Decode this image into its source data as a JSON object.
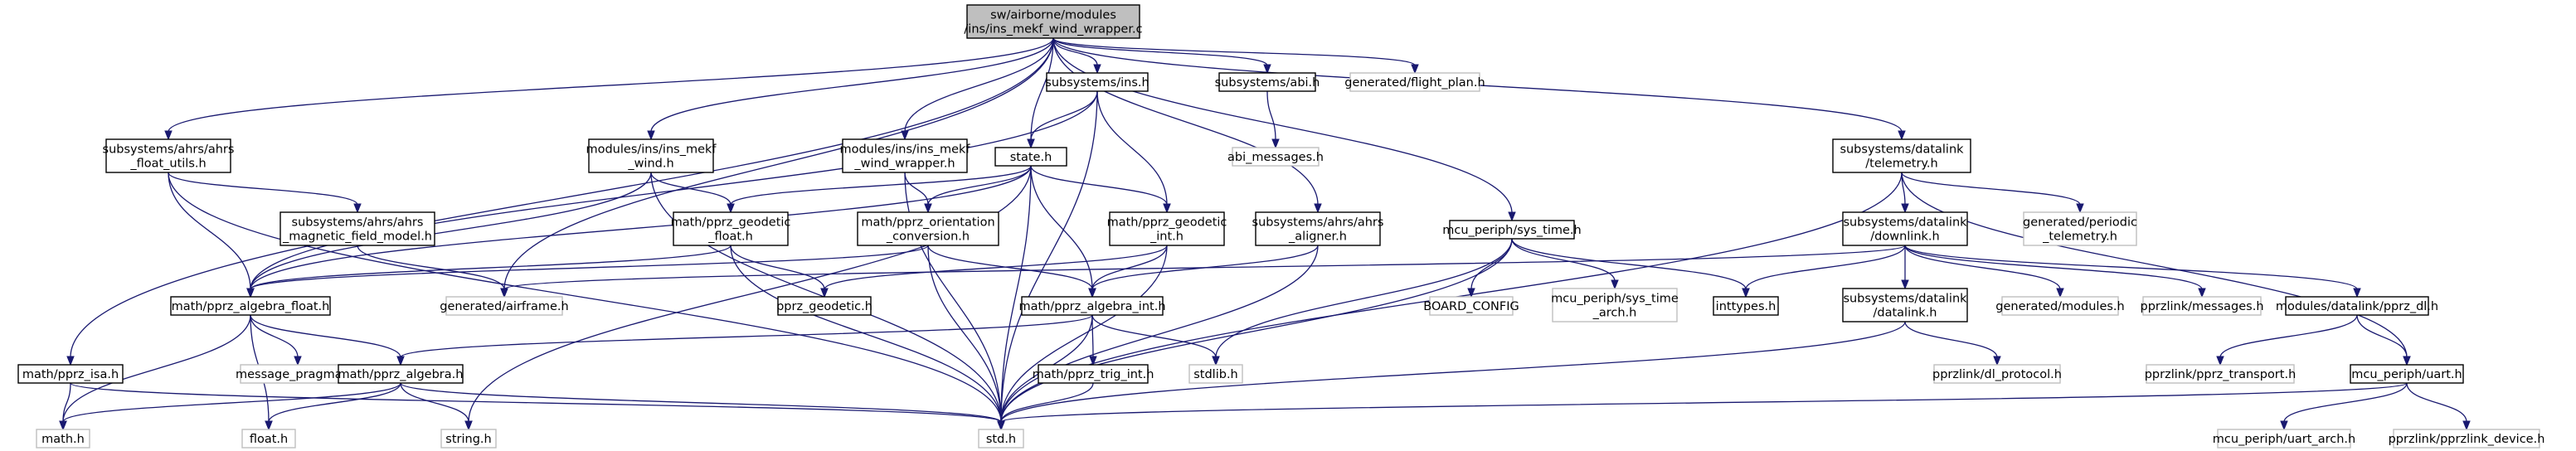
{
  "nodes": [
    {
      "id": "root",
      "lines": [
        "sw/airborne/modules",
        "/ins/ins_mekf_wind_wrapper.c"
      ],
      "style": "root"
    },
    {
      "id": "ins",
      "lines": [
        "subsystems/ins.h"
      ],
      "style": "solid"
    },
    {
      "id": "abi",
      "lines": [
        "subsystems/abi.h"
      ],
      "style": "solid"
    },
    {
      "id": "flightplan",
      "lines": [
        "generated/flight_plan.h"
      ],
      "style": "ghost"
    },
    {
      "id": "abimsg",
      "lines": [
        "abi_messages.h"
      ],
      "style": "ghost"
    },
    {
      "id": "telemetry",
      "lines": [
        "subsystems/datalink",
        "/telemetry.h"
      ],
      "style": "solid"
    },
    {
      "id": "floatutils",
      "lines": [
        "subsystems/ahrs/ahrs",
        "_float_utils.h"
      ],
      "style": "solid"
    },
    {
      "id": "mekfwind",
      "lines": [
        "modules/ins/ins_mekf",
        "_wind.h"
      ],
      "style": "solid"
    },
    {
      "id": "mekfwrapper",
      "lines": [
        "modules/ins/ins_mekf",
        "_wind_wrapper.h"
      ],
      "style": "solid"
    },
    {
      "id": "state",
      "lines": [
        "state.h"
      ],
      "style": "solid"
    },
    {
      "id": "magfield",
      "lines": [
        "subsystems/ahrs/ahrs",
        "_magnetic_field_model.h"
      ],
      "style": "solid"
    },
    {
      "id": "geofloat",
      "lines": [
        "math/pprz_geodetic",
        "_float.h"
      ],
      "style": "solid"
    },
    {
      "id": "orient",
      "lines": [
        "math/pprz_orientation",
        "_conversion.h"
      ],
      "style": "solid"
    },
    {
      "id": "geoint",
      "lines": [
        "math/pprz_geodetic",
        "_int.h"
      ],
      "style": "solid"
    },
    {
      "id": "aligner",
      "lines": [
        "subsystems/ahrs/ahrs",
        "_aligner.h"
      ],
      "style": "solid"
    },
    {
      "id": "systime",
      "lines": [
        "mcu_periph/sys_time.h"
      ],
      "style": "solid"
    },
    {
      "id": "downlink",
      "lines": [
        "subsystems/datalink",
        "/downlink.h"
      ],
      "style": "solid"
    },
    {
      "id": "periodic",
      "lines": [
        "generated/periodic",
        "_telemetry.h"
      ],
      "style": "ghost"
    },
    {
      "id": "algfloat",
      "lines": [
        "math/pprz_algebra_float.h"
      ],
      "style": "solid"
    },
    {
      "id": "airframe",
      "lines": [
        "generated/airframe.h"
      ],
      "style": "ghost"
    },
    {
      "id": "geodetic",
      "lines": [
        "pprz_geodetic.h"
      ],
      "style": "solid"
    },
    {
      "id": "algint",
      "lines": [
        "math/pprz_algebra_int.h"
      ],
      "style": "solid"
    },
    {
      "id": "boardconf",
      "lines": [
        "BOARD_CONFIG"
      ],
      "style": "ghost"
    },
    {
      "id": "systimearch",
      "lines": [
        "mcu_periph/sys_time",
        "_arch.h"
      ],
      "style": "ghost"
    },
    {
      "id": "inttypes",
      "lines": [
        "inttypes.h"
      ],
      "style": "solid"
    },
    {
      "id": "dldatalink",
      "lines": [
        "subsystems/datalink",
        "/datalink.h"
      ],
      "style": "solid"
    },
    {
      "id": "genmodules",
      "lines": [
        "generated/modules.h"
      ],
      "style": "ghost"
    },
    {
      "id": "pprzmsg",
      "lines": [
        "pprzlink/messages.h"
      ],
      "style": "ghost"
    },
    {
      "id": "pprzdl",
      "lines": [
        "modules/datalink/pprz_dl.h"
      ],
      "style": "solid"
    },
    {
      "id": "isa",
      "lines": [
        "math/pprz_isa.h"
      ],
      "style": "solid"
    },
    {
      "id": "msgpragmas",
      "lines": [
        "message_pragmas.h"
      ],
      "style": "ghost"
    },
    {
      "id": "alg",
      "lines": [
        "math/pprz_algebra.h"
      ],
      "style": "solid"
    },
    {
      "id": "trigint",
      "lines": [
        "math/pprz_trig_int.h"
      ],
      "style": "solid"
    },
    {
      "id": "stdlib",
      "lines": [
        "stdlib.h"
      ],
      "style": "ghost"
    },
    {
      "id": "dlproto",
      "lines": [
        "pprzlink/dl_protocol.h"
      ],
      "style": "ghost"
    },
    {
      "id": "pprztransport",
      "lines": [
        "pprzlink/pprz_transport.h"
      ],
      "style": "ghost"
    },
    {
      "id": "uart",
      "lines": [
        "mcu_periph/uart.h"
      ],
      "style": "solid"
    },
    {
      "id": "mathh",
      "lines": [
        "math.h"
      ],
      "style": "ghost"
    },
    {
      "id": "floath",
      "lines": [
        "float.h"
      ],
      "style": "ghost"
    },
    {
      "id": "stringh",
      "lines": [
        "string.h"
      ],
      "style": "ghost"
    },
    {
      "id": "stdh",
      "lines": [
        "std.h"
      ],
      "style": "ghost"
    },
    {
      "id": "uartarch",
      "lines": [
        "mcu_periph/uart_arch.h"
      ],
      "style": "ghost"
    },
    {
      "id": "pprzlinkdev",
      "lines": [
        "pprzlink/pprzlink_device.h"
      ],
      "style": "ghost"
    }
  ],
  "edges": [
    [
      "root",
      "ins"
    ],
    [
      "root",
      "abi"
    ],
    [
      "root",
      "flightplan"
    ],
    [
      "root",
      "telemetry"
    ],
    [
      "root",
      "floatutils"
    ],
    [
      "root",
      "mekfwind"
    ],
    [
      "root",
      "mekfwrapper"
    ],
    [
      "root",
      "state"
    ],
    [
      "root",
      "aligner"
    ],
    [
      "root",
      "systime"
    ],
    [
      "root",
      "isa"
    ],
    [
      "root",
      "airframe"
    ],
    [
      "ins",
      "state"
    ],
    [
      "ins",
      "geoint"
    ],
    [
      "ins",
      "algfloat"
    ],
    [
      "ins",
      "stdh"
    ],
    [
      "abi",
      "abimsg"
    ],
    [
      "telemetry",
      "downlink"
    ],
    [
      "telemetry",
      "periodic"
    ],
    [
      "telemetry",
      "uart"
    ],
    [
      "telemetry",
      "stdh"
    ],
    [
      "floatutils",
      "algfloat"
    ],
    [
      "floatutils",
      "magfield"
    ],
    [
      "floatutils",
      "stdh"
    ],
    [
      "magfield",
      "airframe"
    ],
    [
      "mekfwind",
      "algfloat"
    ],
    [
      "mekfwind",
      "geofloat"
    ],
    [
      "mekfwind",
      "stdh"
    ],
    [
      "mekfwrapper",
      "orient"
    ],
    [
      "mekfwrapper",
      "stdh"
    ],
    [
      "state",
      "geofloat"
    ],
    [
      "state",
      "orient"
    ],
    [
      "state",
      "geoint"
    ],
    [
      "state",
      "algint"
    ],
    [
      "state",
      "algfloat"
    ],
    [
      "state",
      "stringh"
    ],
    [
      "state",
      "stdh"
    ],
    [
      "geofloat",
      "algfloat"
    ],
    [
      "geofloat",
      "geodetic"
    ],
    [
      "geofloat",
      "stdh"
    ],
    [
      "orient",
      "algfloat"
    ],
    [
      "orient",
      "algint"
    ],
    [
      "orient",
      "stdh"
    ],
    [
      "geoint",
      "geodetic"
    ],
    [
      "geoint",
      "algint"
    ],
    [
      "geoint",
      "stdh"
    ],
    [
      "aligner",
      "algint"
    ],
    [
      "aligner",
      "stdh"
    ],
    [
      "systime",
      "boardconf"
    ],
    [
      "systime",
      "systimearch"
    ],
    [
      "systime",
      "inttypes"
    ],
    [
      "systime",
      "stdlib"
    ],
    [
      "systime",
      "stdh"
    ],
    [
      "downlink",
      "airframe"
    ],
    [
      "downlink",
      "inttypes"
    ],
    [
      "downlink",
      "dldatalink"
    ],
    [
      "downlink",
      "genmodules"
    ],
    [
      "downlink",
      "pprzmsg"
    ],
    [
      "downlink",
      "pprzdl"
    ],
    [
      "dldatalink",
      "dlproto"
    ],
    [
      "dldatalink",
      "stdh"
    ],
    [
      "pprzdl",
      "pprztransport"
    ],
    [
      "pprzdl",
      "uart"
    ],
    [
      "algfloat",
      "mathh"
    ],
    [
      "algfloat",
      "floath"
    ],
    [
      "algfloat",
      "msgpragmas"
    ],
    [
      "algfloat",
      "alg"
    ],
    [
      "algint",
      "alg"
    ],
    [
      "algint",
      "trigint"
    ],
    [
      "algint",
      "stdlib"
    ],
    [
      "algint",
      "stdh"
    ],
    [
      "trigint",
      "stdh"
    ],
    [
      "alg",
      "mathh"
    ],
    [
      "alg",
      "floath"
    ],
    [
      "alg",
      "stringh"
    ],
    [
      "alg",
      "stdh"
    ],
    [
      "isa",
      "mathh"
    ],
    [
      "isa",
      "stdh"
    ],
    [
      "uart",
      "uartarch"
    ],
    [
      "uart",
      "pprzlinkdev"
    ],
    [
      "uart",
      "stdh"
    ]
  ]
}
